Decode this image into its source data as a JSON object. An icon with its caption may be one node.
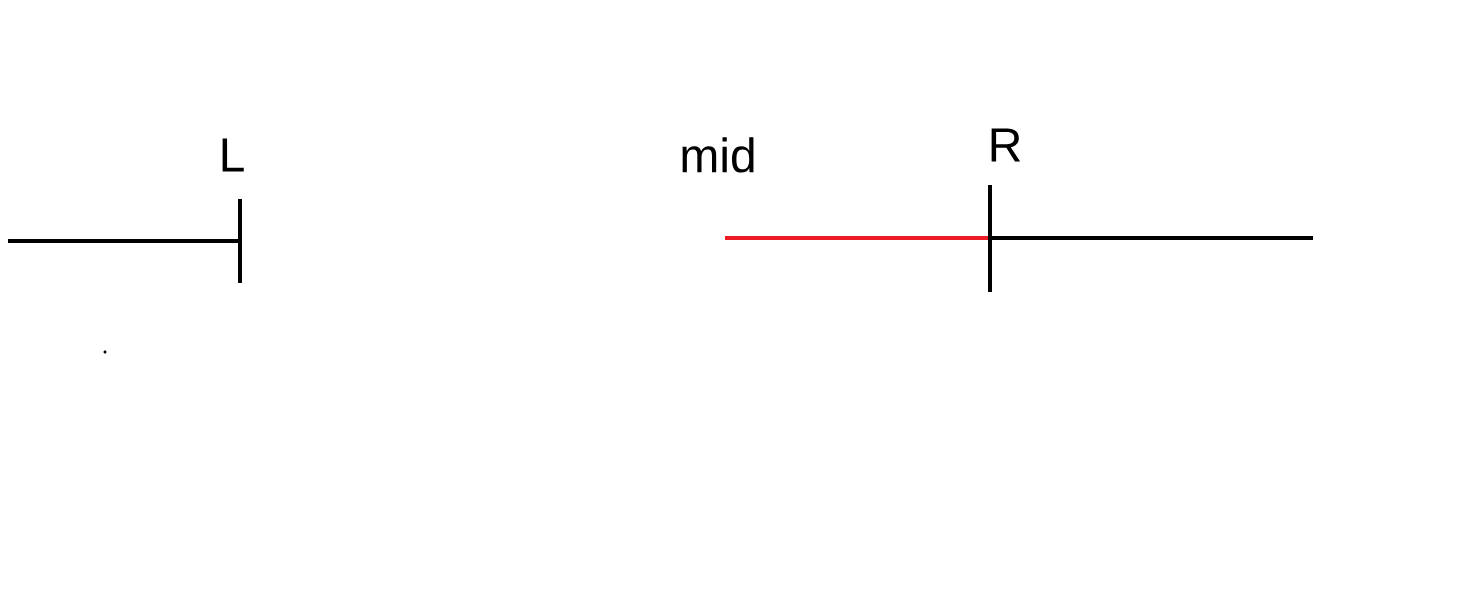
{
  "diagram": {
    "labels": [
      "L",
      "mid",
      "R"
    ]
  }
}
